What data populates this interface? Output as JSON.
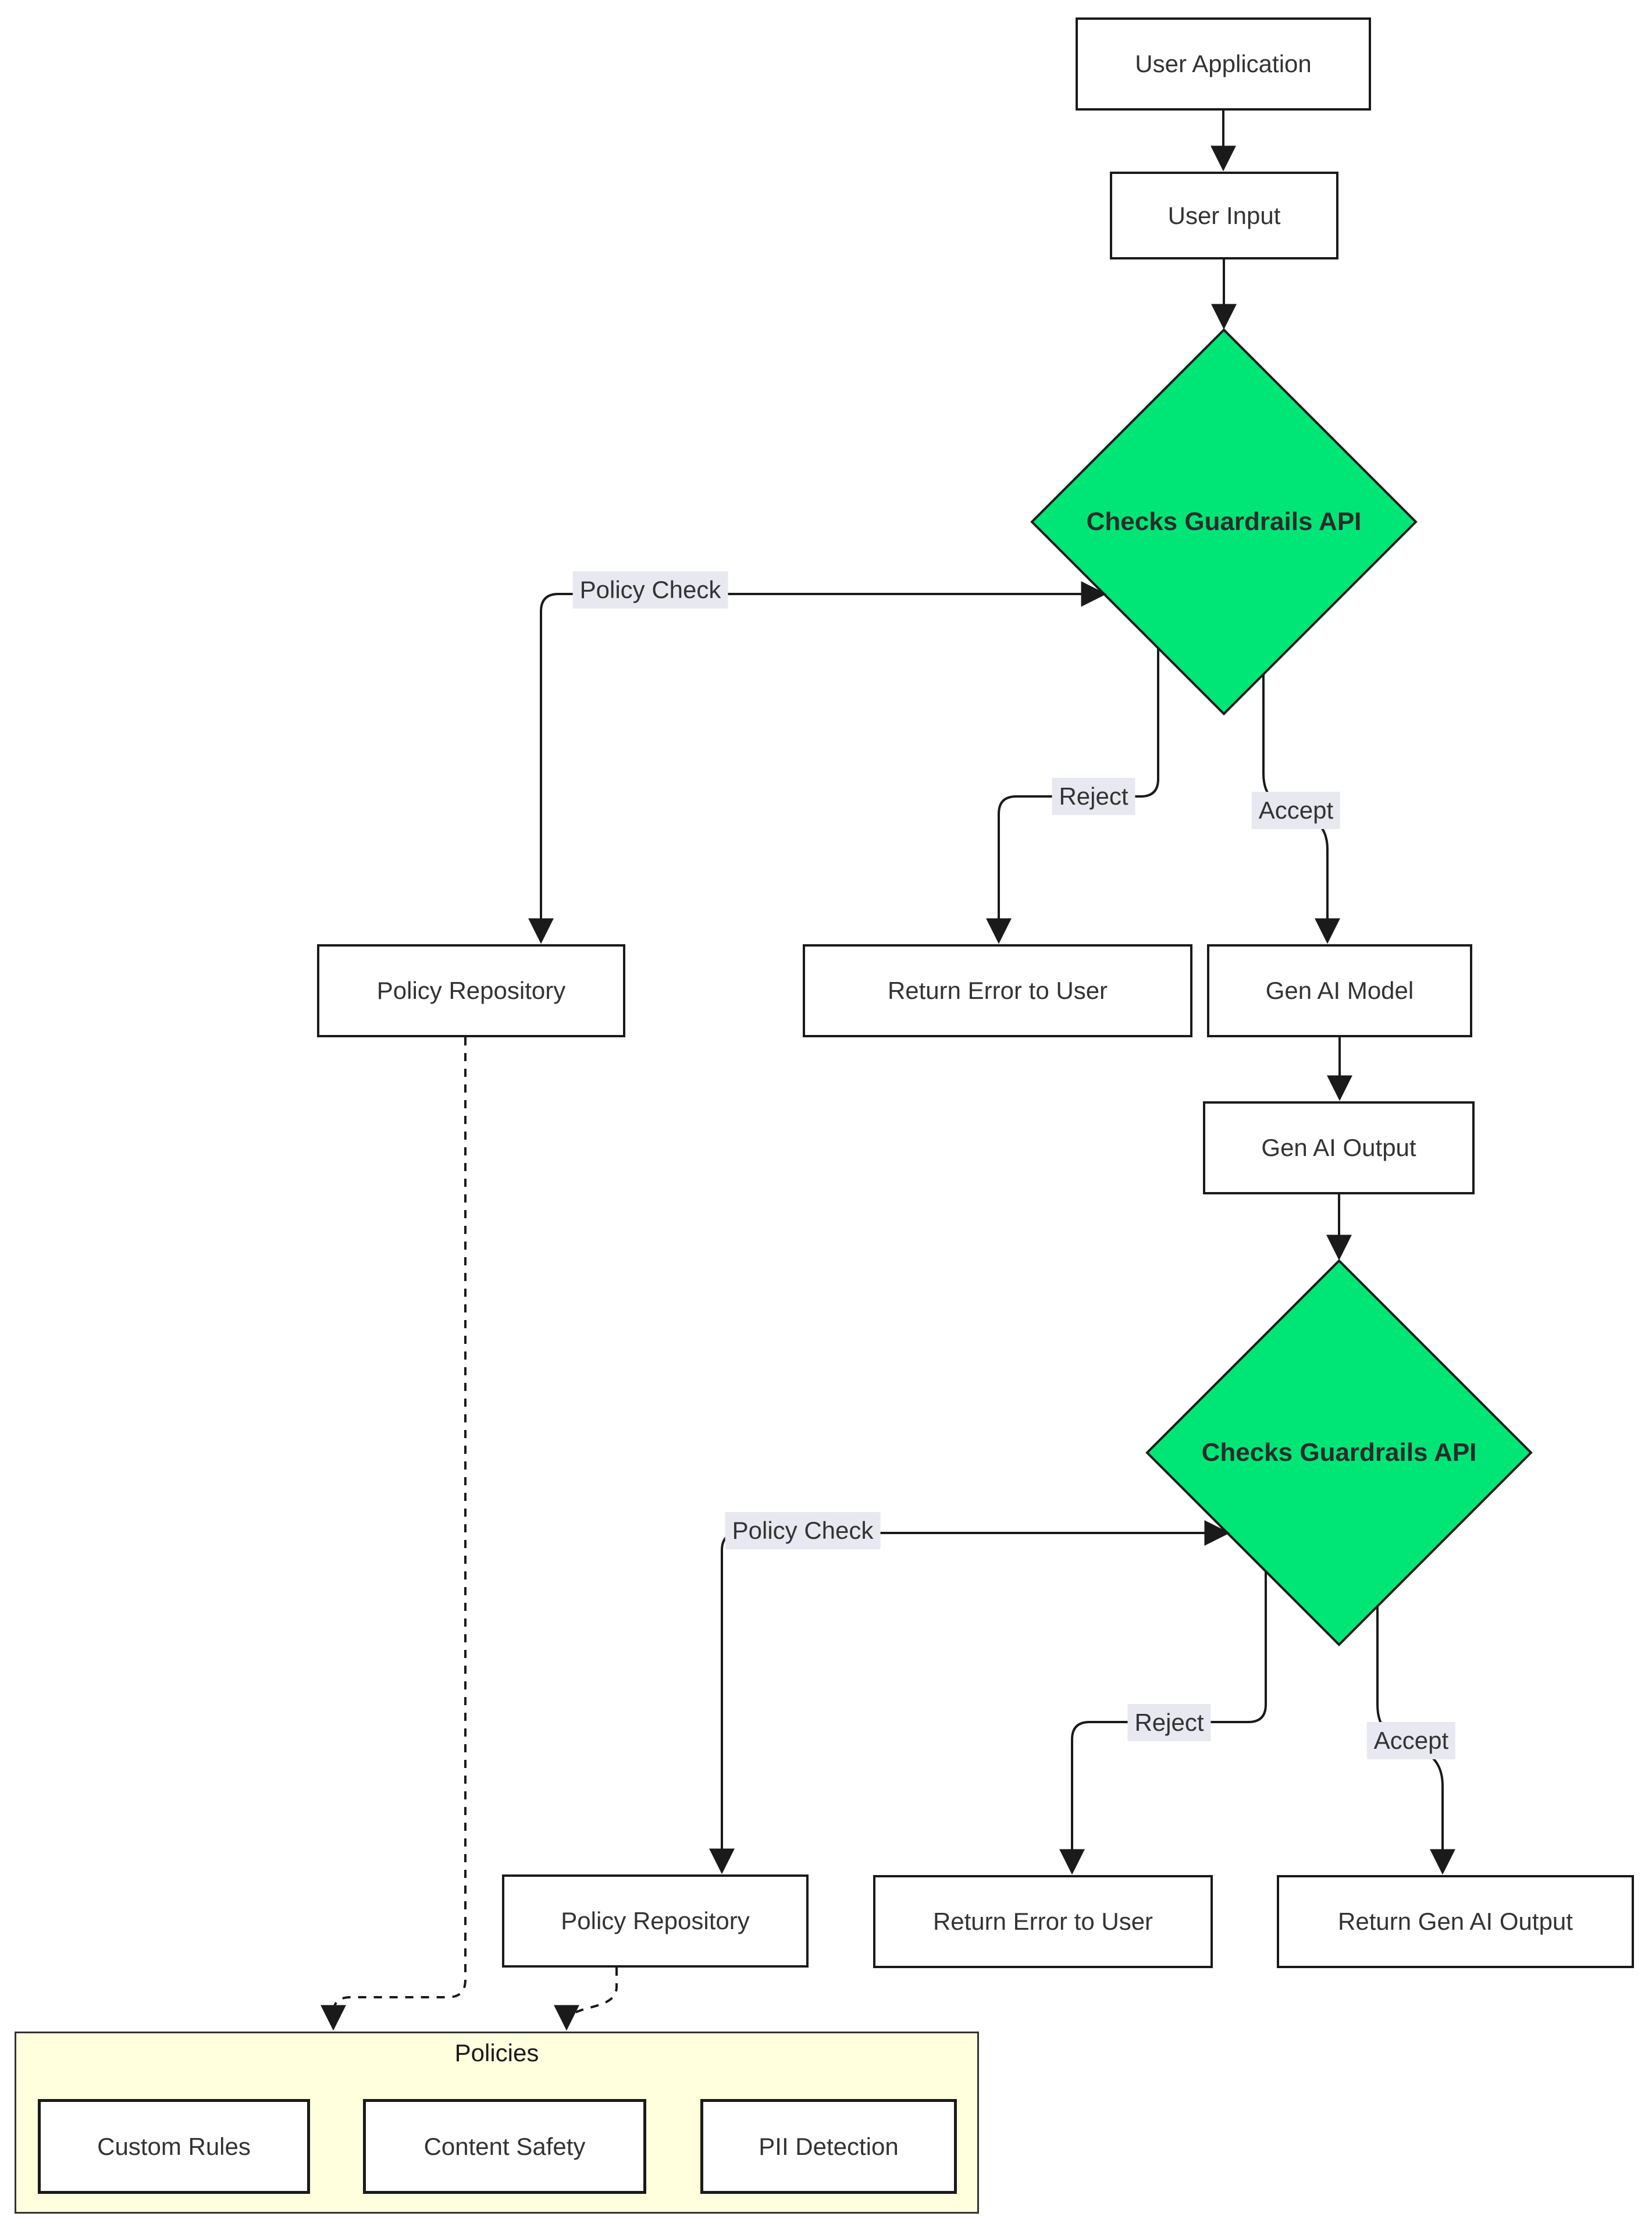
{
  "diagram": {
    "type": "flowchart",
    "nodes": {
      "user_application": {
        "label": "User Application",
        "shape": "rect"
      },
      "user_input": {
        "label": "User Input",
        "shape": "rect"
      },
      "guardrails_api_1": {
        "label": "Checks Guardrails API",
        "shape": "diamond",
        "fill": "#00e676"
      },
      "policy_repository_1": {
        "label": "Policy Repository",
        "shape": "rect"
      },
      "return_error_1": {
        "label": "Return Error to User",
        "shape": "rect"
      },
      "gen_ai_model": {
        "label": "Gen AI Model",
        "shape": "rect"
      },
      "gen_ai_output": {
        "label": "Gen AI Output",
        "shape": "rect"
      },
      "guardrails_api_2": {
        "label": "Checks Guardrails API",
        "shape": "diamond",
        "fill": "#00e676"
      },
      "policy_repository_2": {
        "label": "Policy Repository",
        "shape": "rect"
      },
      "return_error_2": {
        "label": "Return Error to User",
        "shape": "rect"
      },
      "return_gen_ai_output": {
        "label": "Return Gen AI Output",
        "shape": "rect"
      }
    },
    "edges": [
      {
        "from": "user_application",
        "to": "user_input",
        "label": "",
        "style": "solid",
        "direction": "one-way"
      },
      {
        "from": "user_input",
        "to": "guardrails_api_1",
        "label": "",
        "style": "solid",
        "direction": "one-way"
      },
      {
        "from": "guardrails_api_1",
        "to": "policy_repository_1",
        "label": "Policy Check",
        "style": "solid",
        "direction": "two-way"
      },
      {
        "from": "guardrails_api_1",
        "to": "return_error_1",
        "label": "Reject",
        "style": "solid",
        "direction": "one-way"
      },
      {
        "from": "guardrails_api_1",
        "to": "gen_ai_model",
        "label": "Accept",
        "style": "solid",
        "direction": "one-way"
      },
      {
        "from": "gen_ai_model",
        "to": "gen_ai_output",
        "label": "",
        "style": "solid",
        "direction": "one-way"
      },
      {
        "from": "gen_ai_output",
        "to": "guardrails_api_2",
        "label": "",
        "style": "solid",
        "direction": "one-way"
      },
      {
        "from": "guardrails_api_2",
        "to": "policy_repository_2",
        "label": "Policy Check",
        "style": "solid",
        "direction": "two-way"
      },
      {
        "from": "guardrails_api_2",
        "to": "return_error_2",
        "label": "Reject",
        "style": "solid",
        "direction": "one-way"
      },
      {
        "from": "guardrails_api_2",
        "to": "return_gen_ai_output",
        "label": "Accept",
        "style": "solid",
        "direction": "one-way"
      },
      {
        "from": "policy_repository_1",
        "to": "policies_cluster",
        "label": "",
        "style": "dashed",
        "direction": "one-way"
      },
      {
        "from": "policy_repository_2",
        "to": "policies_cluster",
        "label": "",
        "style": "dashed",
        "direction": "one-way"
      }
    ],
    "cluster": {
      "title": "Policies",
      "children": [
        {
          "label": "Custom Rules"
        },
        {
          "label": "Content Safety"
        },
        {
          "label": "PII Detection"
        }
      ]
    },
    "colors": {
      "decision_fill": "#00e676",
      "node_fill": "#ffffff",
      "node_border": "#1a1a1a",
      "text": "#333333",
      "edge": "#1a1a1a",
      "label_bg": "#e8e8f0",
      "cluster_fill": "#ffffde",
      "cluster_border": "#333333"
    }
  }
}
